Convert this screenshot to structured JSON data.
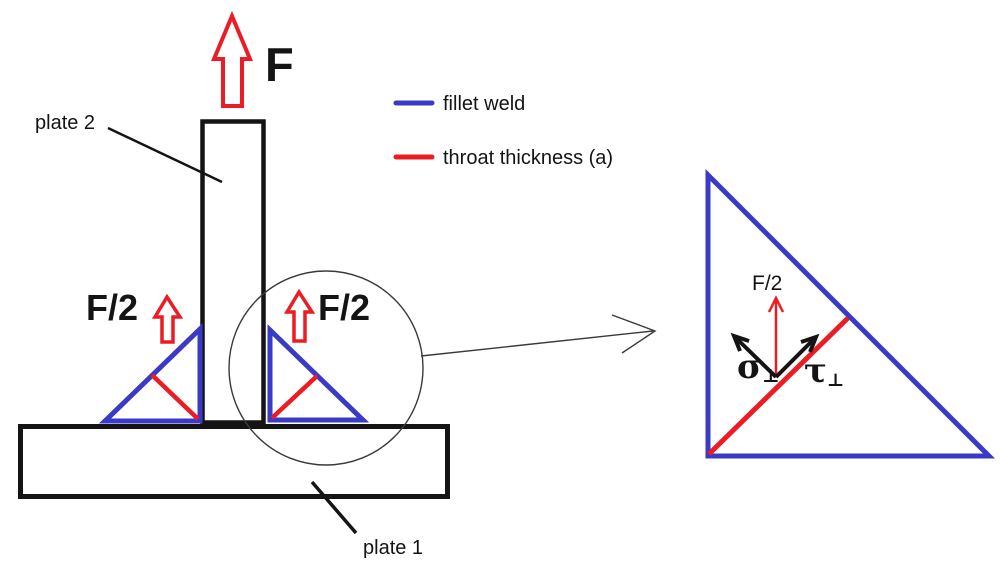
{
  "colors": {
    "weld_blue": "#3a3ac8",
    "throat_red": "#ec1c24",
    "ink": "#141414",
    "thin_line": "#3a3a3a",
    "background": "#ffffff"
  },
  "main_view": {
    "force_label": "F",
    "force_half_left_label": "F/2",
    "force_half_right_label": "F/2",
    "plate2_label": "plate 2",
    "plate1_label": "plate 1"
  },
  "legend": {
    "items": [
      {
        "name": "fillet-weld",
        "label": "fillet weld"
      },
      {
        "name": "throat-thickness",
        "label": "throat thickness (a)"
      }
    ]
  },
  "detail_view": {
    "force_half_label": "F/2",
    "sigma_symbol": "σ",
    "sigma_subscript": "⊥",
    "tau_symbol": "τ",
    "tau_subscript": "⊥"
  }
}
